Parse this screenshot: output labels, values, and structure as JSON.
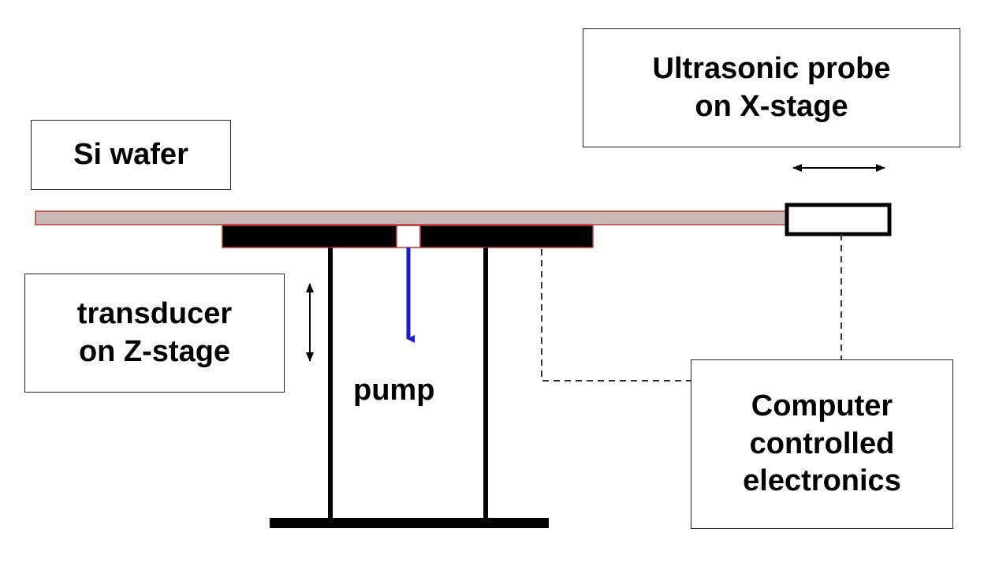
{
  "labels": {
    "si_wafer": "Si wafer",
    "probe_line1": "Ultrasonic probe",
    "probe_line2": "on X-stage",
    "transducer_line1": "transducer",
    "transducer_line2": "on Z-stage",
    "pump": "pump",
    "computer_line1": "Computer",
    "computer_line2": "controlled",
    "computer_line3": "electronics"
  },
  "colors": {
    "wafer_fill": "#c8b8b8",
    "wafer_outline": "#b33a3a",
    "chuck_fill": "#000000",
    "chuck_outline": "#b33a3a",
    "pump_arrow": "#1a1ac8",
    "structure": "#000000",
    "dashed_line": "#333333"
  }
}
